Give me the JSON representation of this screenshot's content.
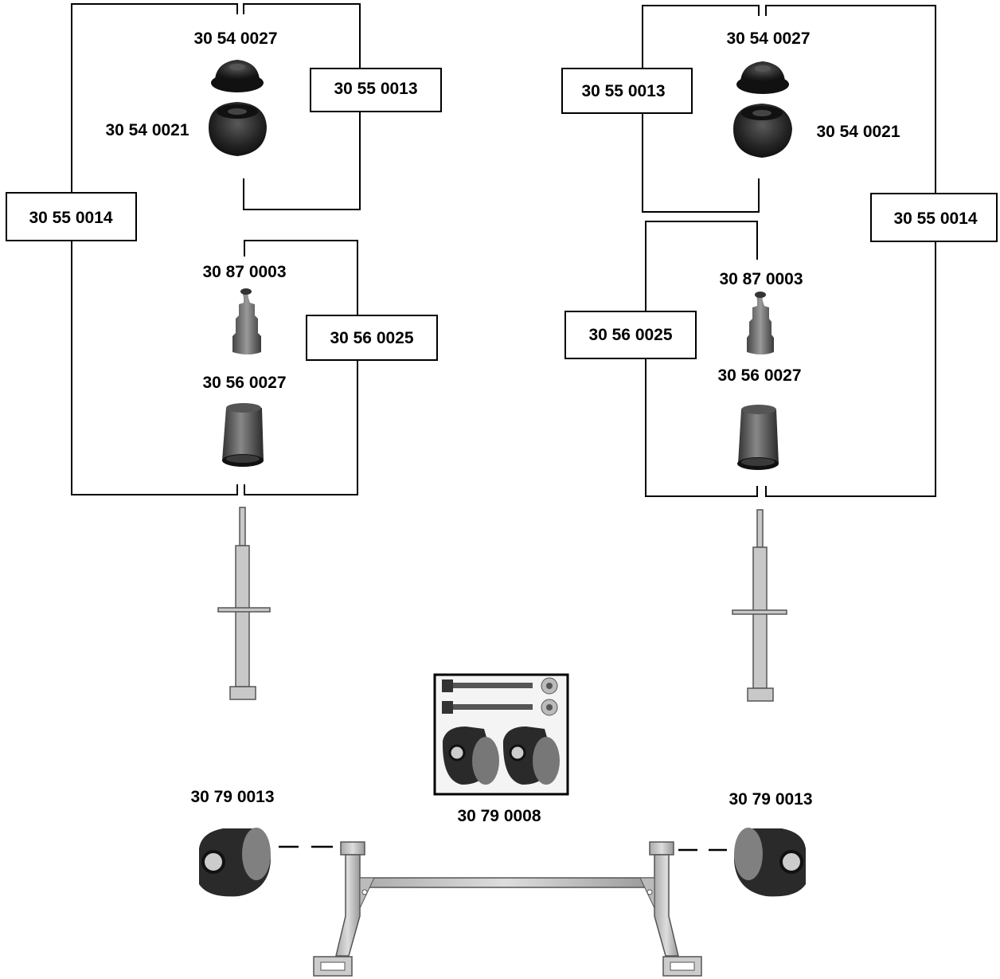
{
  "title": "",
  "parts": {
    "left_top_mount": "30 54 0027",
    "left_lower_mount": "30 54 0021",
    "left_mount_kit": "30 55 0013",
    "left_full_kit": "30 55 0014",
    "left_bump_stop": "30 87 0003",
    "left_protection_kit": "30 56 0025",
    "left_dust_boot": "30 56 0027",
    "right_top_mount": "30 54 0027",
    "right_lower_mount": "30 54 0021",
    "right_mount_kit": "30 55 0013",
    "right_full_kit": "30 55 0014",
    "right_bump_stop": "30 87 0003",
    "right_protection_kit": "30 56 0025",
    "right_dust_boot": "30 56 0027",
    "axle_bush_kit": "30 79 0008",
    "left_axle_bush": "30 79 0013",
    "right_axle_bush": "30 79 0013"
  },
  "icons": [
    "top-mount-icon",
    "strut-mount-icon",
    "bump-stop-icon",
    "dust-boot-icon",
    "shock-absorber-icon",
    "axle-bush-icon",
    "bolt-kit-icon",
    "rear-axle-beam-icon"
  ]
}
